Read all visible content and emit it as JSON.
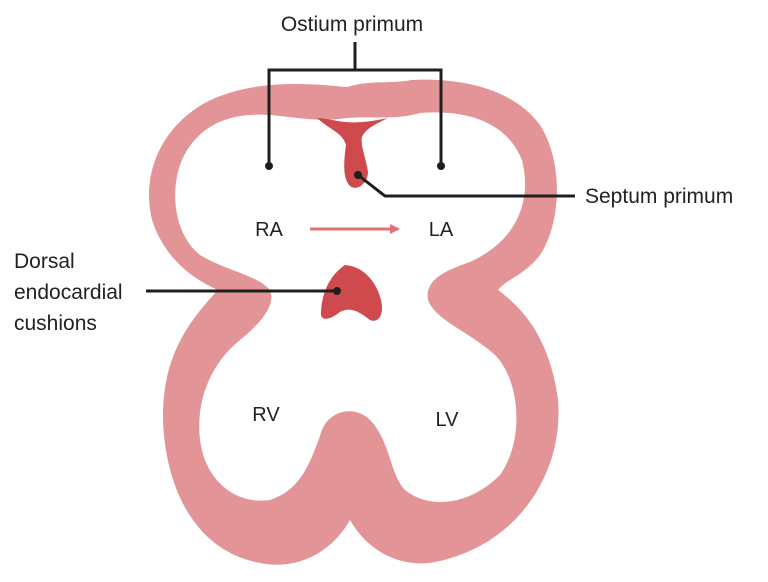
{
  "colors": {
    "wall": "#E29496",
    "septum": "#CF4A4D",
    "arrow": "#E07275",
    "leader": "#1F1F1F",
    "text": "#222222",
    "background": "#FFFFFF"
  },
  "labels": {
    "ostium_primum": "Ostium primum",
    "septum_primum": "Septum primum",
    "dorsal_cushions": [
      "Dorsal",
      "endocardial",
      "cushions"
    ],
    "chambers": {
      "ra": "RA",
      "la": "LA",
      "rv": "RV",
      "lv": "LV"
    }
  },
  "icons": {
    "shunt_arrow": "arrow-right-icon"
  }
}
